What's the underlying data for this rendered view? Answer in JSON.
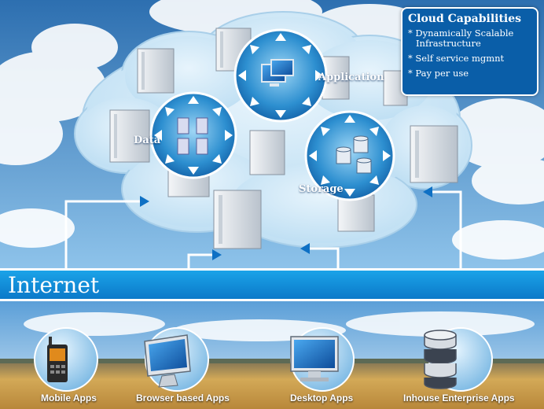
{
  "cloud": {
    "nodes": {
      "application": "Application",
      "data": "Data",
      "storage": "Storage"
    }
  },
  "capabilities": {
    "title": "Cloud Capabilities",
    "items": [
      "* Dynamically Scalable Infrastructure",
      "* Self service mgmnt",
      "* Pay per use"
    ]
  },
  "internet": {
    "label": "Internet"
  },
  "clients": [
    "Mobile Apps",
    "Browser based Apps",
    "Desktop Apps",
    "Inhouse Enterprise Apps"
  ],
  "colors": {
    "sky_top": "#2d6fb0",
    "sky_bottom": "#8ec3ea",
    "cloud_fill": "#cfe8f8",
    "cloud_edge": "#a9cfe9",
    "band": "#1490db",
    "capabilities_box": "#0a5ea8",
    "field": "#c79a4a"
  }
}
